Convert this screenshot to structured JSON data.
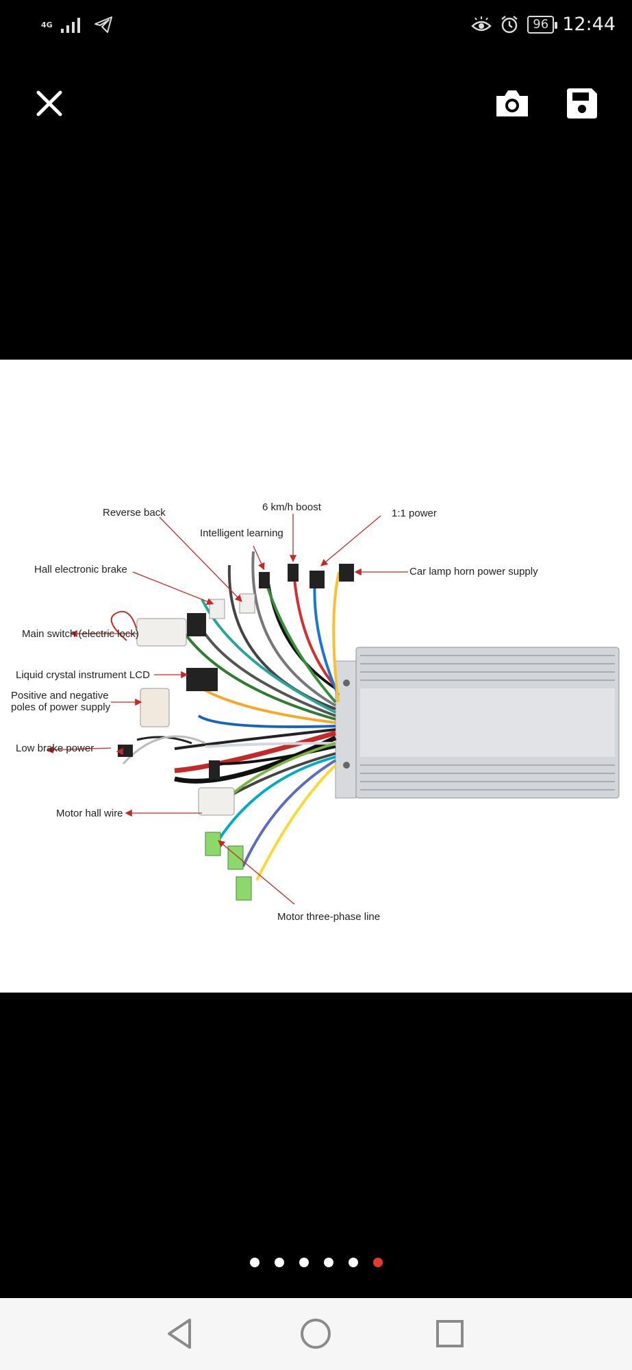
{
  "status_bar": {
    "network": "4G",
    "battery": "96",
    "time": "12:44",
    "icons": [
      "signal-icon",
      "telegram-icon",
      "eye-icon",
      "alarm-icon",
      "battery-icon"
    ]
  },
  "toolbar": {
    "icons": [
      "close-icon",
      "camera-icon",
      "save-icon"
    ]
  },
  "diagram": {
    "labels": {
      "reverse_back": "Reverse back",
      "boost": "6 km/h boost",
      "intelligent_learning": "Intelligent learning",
      "power_1_1": "1:1 power",
      "hall_brake": "Hall electronic brake",
      "car_lamp": "Car lamp horn power supply",
      "main_switch": "Main switch (electric lock)",
      "lcd": "Liquid crystal instrument LCD",
      "power_poles_1": "Positive and negative",
      "power_poles_2": "poles of power supply",
      "low_brake": "Low brake power",
      "motor_hall": "Motor hall wire",
      "three_phase": "Motor three-phase line"
    },
    "colors": {
      "arrow": "#c62828",
      "controller": "#c9ccd1",
      "connector": "#f0efec"
    }
  },
  "pagination": {
    "total": 6,
    "active_index": 5,
    "active_color": "#e53935"
  },
  "nav_bar": {
    "icons": [
      "back-icon",
      "home-icon",
      "recents-icon"
    ]
  }
}
